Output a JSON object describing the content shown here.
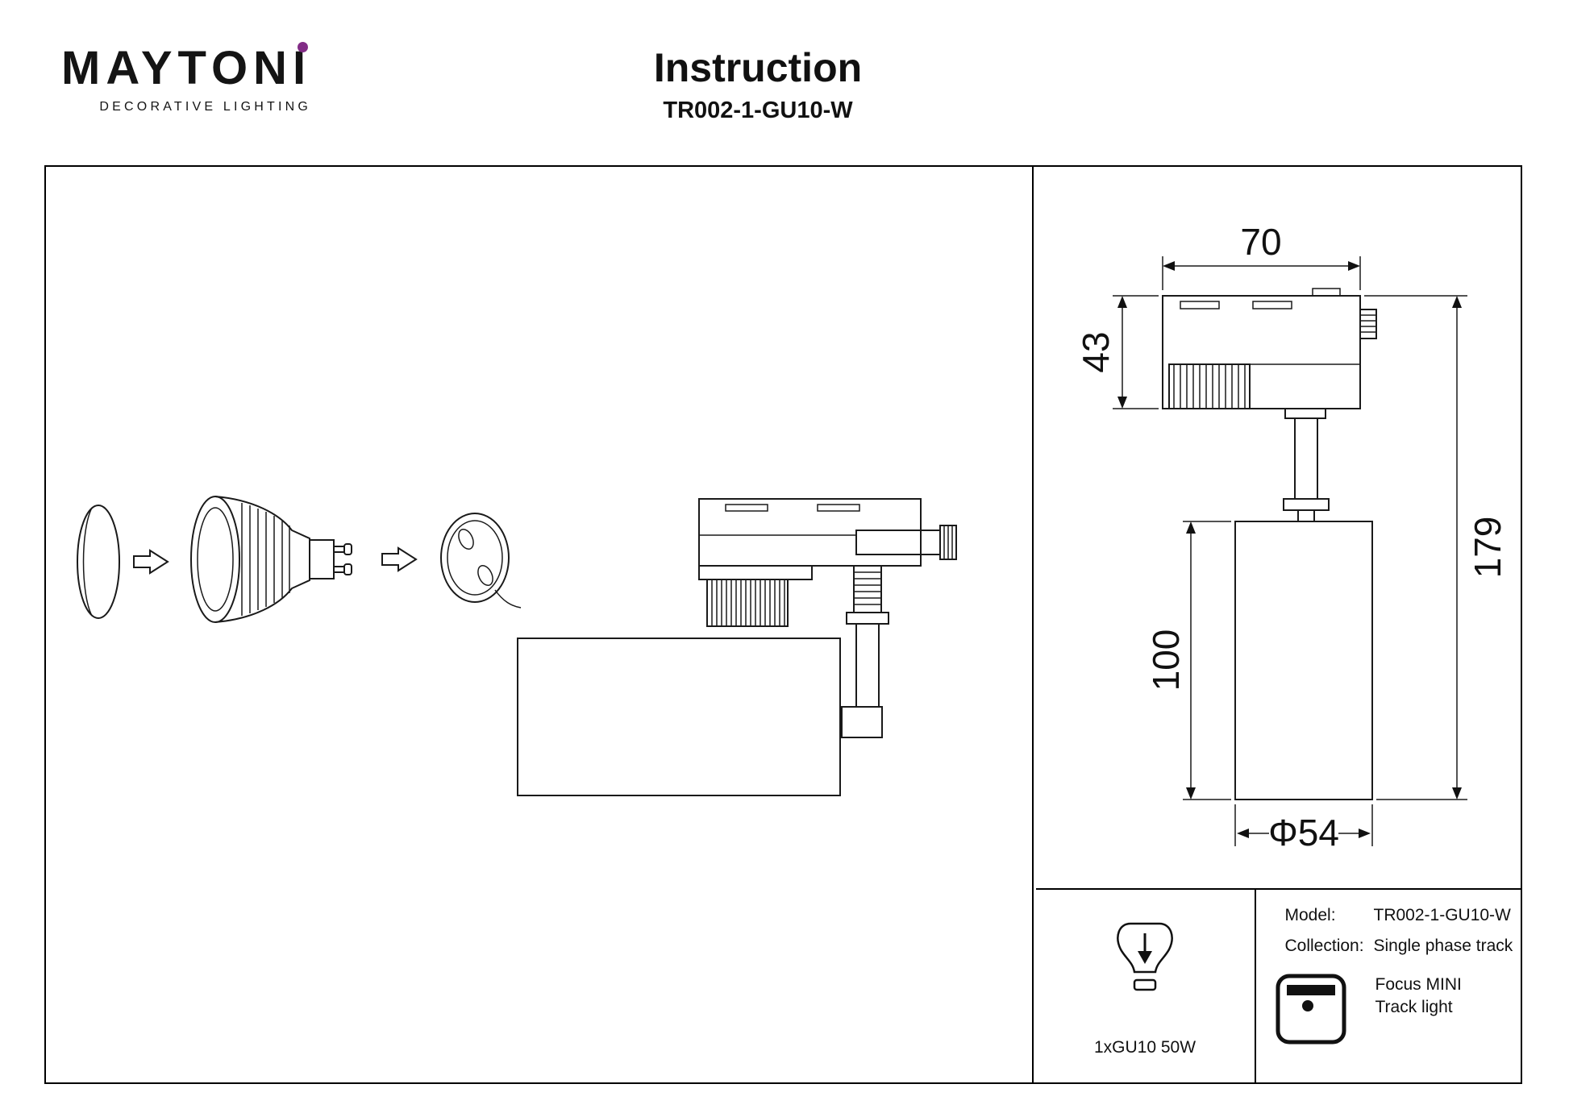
{
  "header": {
    "logo_text": "MAYTONI",
    "logo_tagline": "DECORATIVE LIGHTING",
    "title": "Instruction",
    "subtitle": "TR002-1-GU10-W"
  },
  "colors": {
    "logo_dot": "#822c86",
    "line_ink": "#1a1a1a"
  },
  "dimensions": {
    "adapter_width": "70",
    "adapter_height": "43",
    "overall_height": "179",
    "body_height": "100",
    "body_diameter": "Φ54"
  },
  "footer": {
    "lamp_spec": "1xGU10 50W",
    "model_label": "Model:",
    "model_value": "TR002-1-GU10-W",
    "collection_label": "Collection:",
    "collection_value": "Single phase track",
    "product_name_line1": "Focus MINI",
    "product_name_line2": "Track light"
  }
}
